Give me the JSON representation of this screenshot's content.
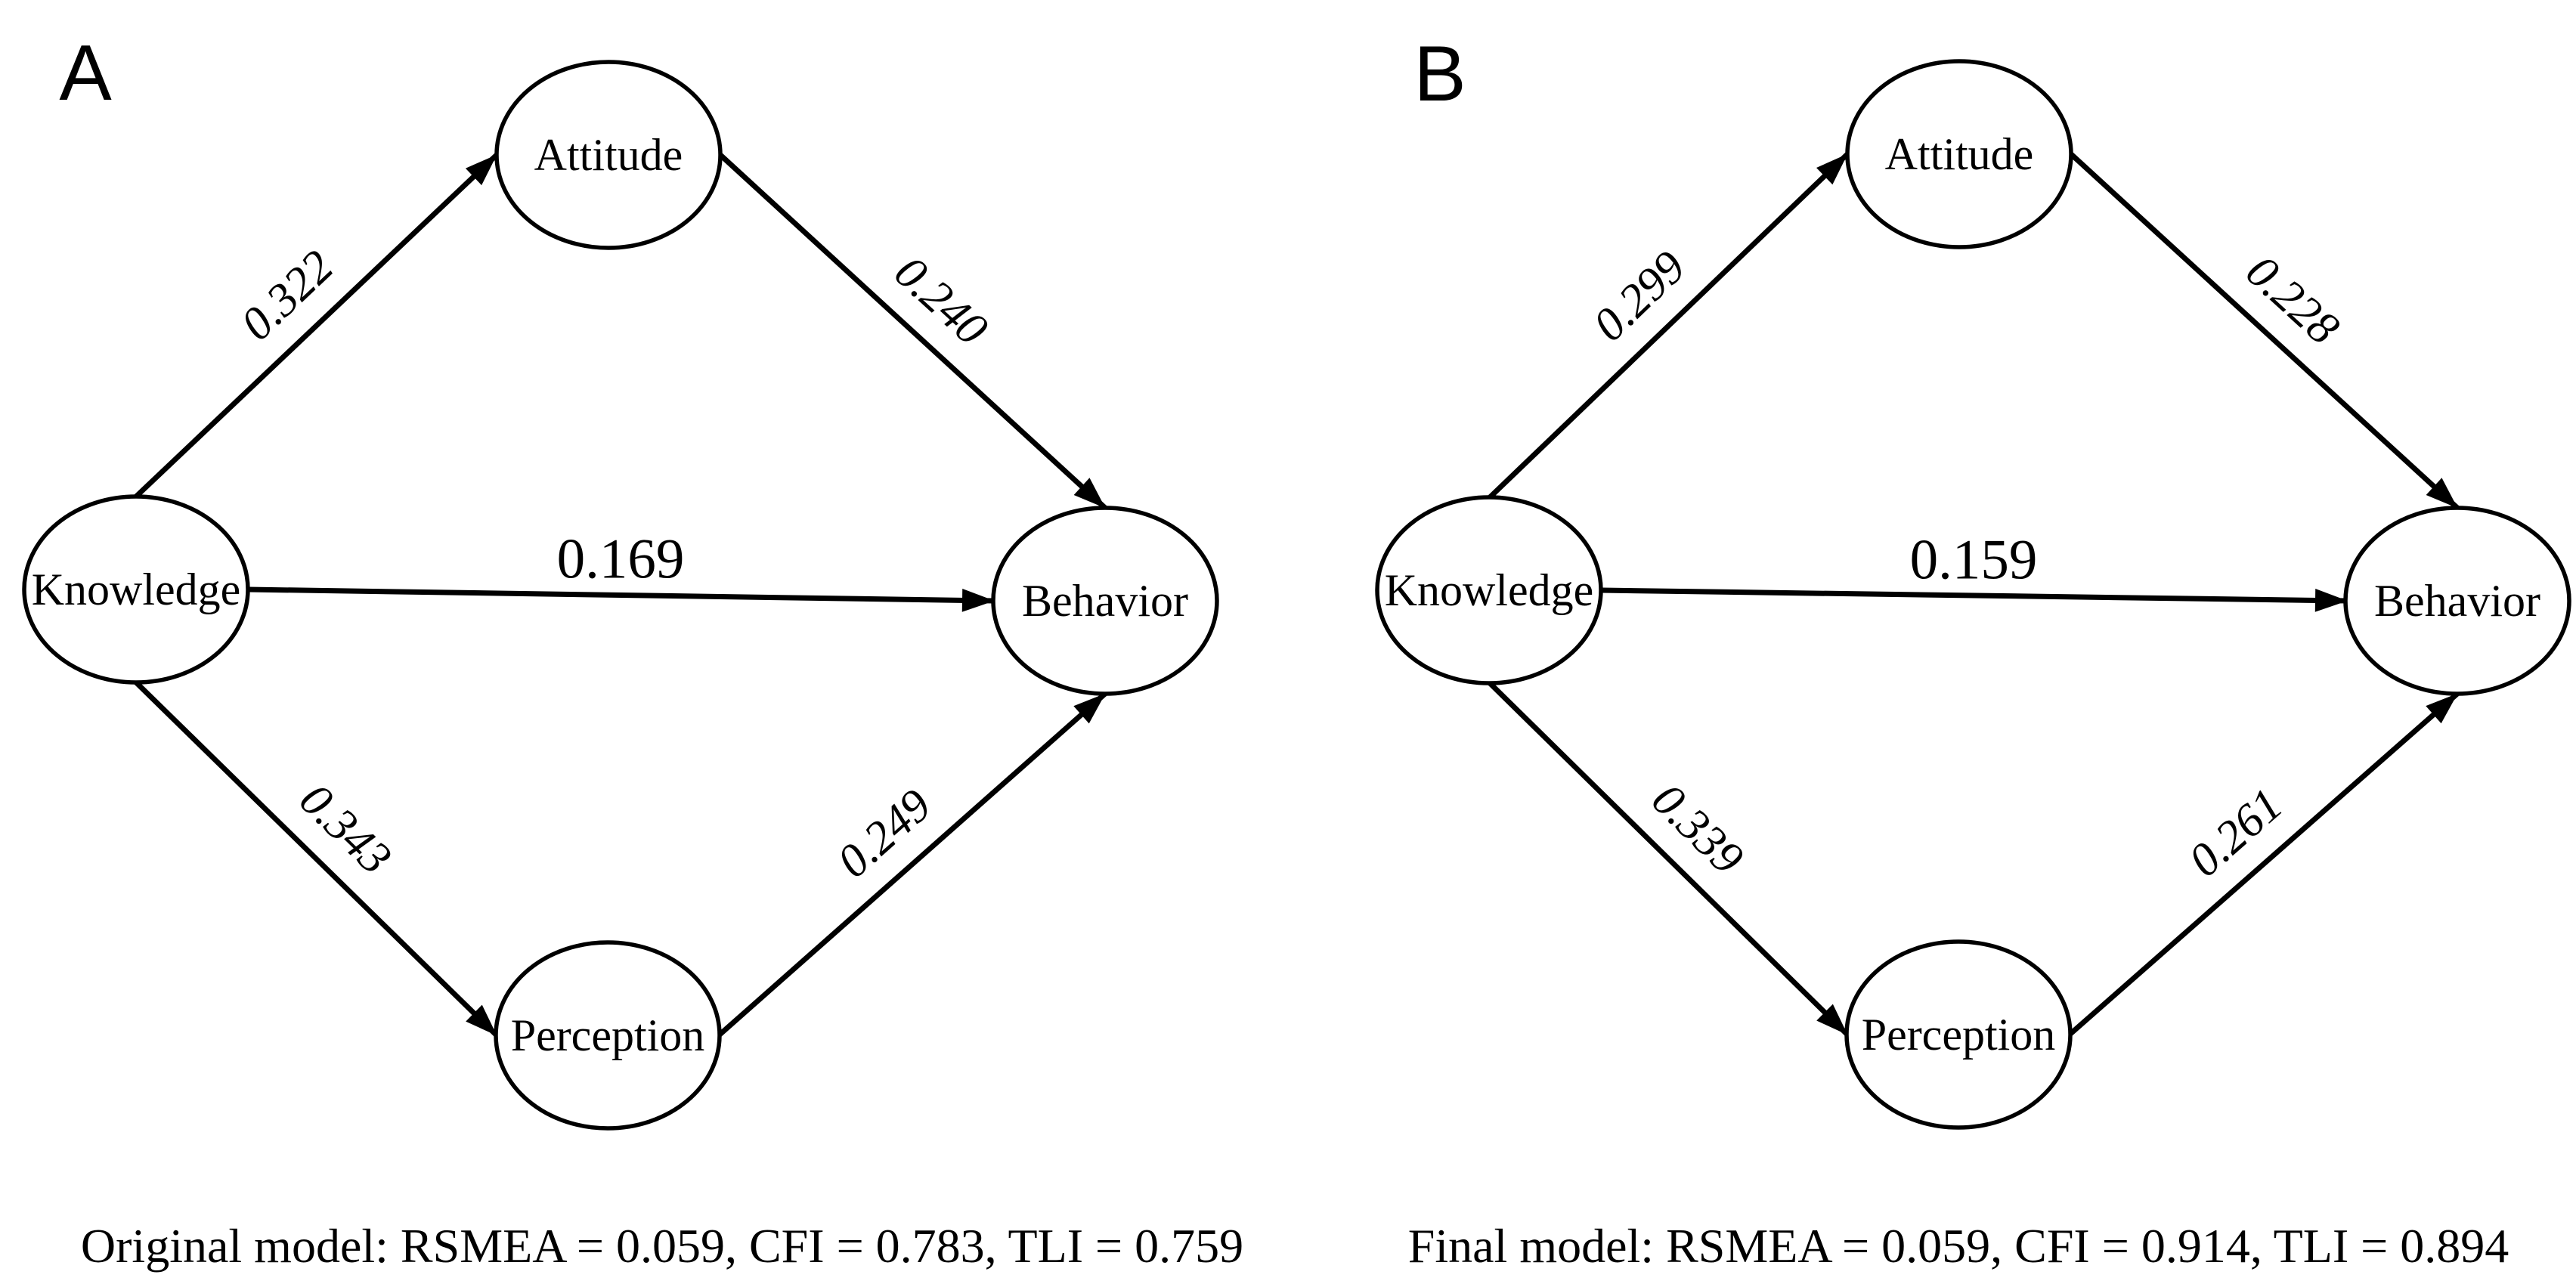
{
  "colors": {
    "background": "#ffffff",
    "ink": "#000000"
  },
  "panels": [
    {
      "label": "A",
      "model_name": "Original model",
      "caption": "Original model: RSMEA = 0.059, CFI = 0.783, TLI = 0.759",
      "fit_indices": {
        "RSMEA": "0.059",
        "CFI": "0.783",
        "TLI": "0.759"
      },
      "nodes": {
        "knowledge": {
          "label": "Knowledge"
        },
        "attitude": {
          "label": "Attitude"
        },
        "behavior": {
          "label": "Behavior"
        },
        "perception": {
          "label": "Perception"
        }
      },
      "paths": [
        {
          "from": "Knowledge",
          "to": "Attitude",
          "coefficient": "0.322"
        },
        {
          "from": "Attitude",
          "to": "Behavior",
          "coefficient": "0.240"
        },
        {
          "from": "Knowledge",
          "to": "Behavior",
          "coefficient": "0.169"
        },
        {
          "from": "Knowledge",
          "to": "Perception",
          "coefficient": "0.343"
        },
        {
          "from": "Perception",
          "to": "Behavior",
          "coefficient": "0.249"
        }
      ]
    },
    {
      "label": "B",
      "model_name": "Final model",
      "caption": "Final model: RSMEA = 0.059, CFI = 0.914, TLI = 0.894",
      "fit_indices": {
        "RSMEA": "0.059",
        "CFI": "0.914",
        "TLI": "0.894"
      },
      "nodes": {
        "knowledge": {
          "label": "Knowledge"
        },
        "attitude": {
          "label": "Attitude"
        },
        "behavior": {
          "label": "Behavior"
        },
        "perception": {
          "label": "Perception"
        }
      },
      "paths": [
        {
          "from": "Knowledge",
          "to": "Attitude",
          "coefficient": "0.299"
        },
        {
          "from": "Attitude",
          "to": "Behavior",
          "coefficient": "0.228"
        },
        {
          "from": "Knowledge",
          "to": "Behavior",
          "coefficient": "0.159"
        },
        {
          "from": "Knowledge",
          "to": "Perception",
          "coefficient": "0.339"
        },
        {
          "from": "Perception",
          "to": "Behavior",
          "coefficient": "0.261"
        }
      ]
    }
  ]
}
